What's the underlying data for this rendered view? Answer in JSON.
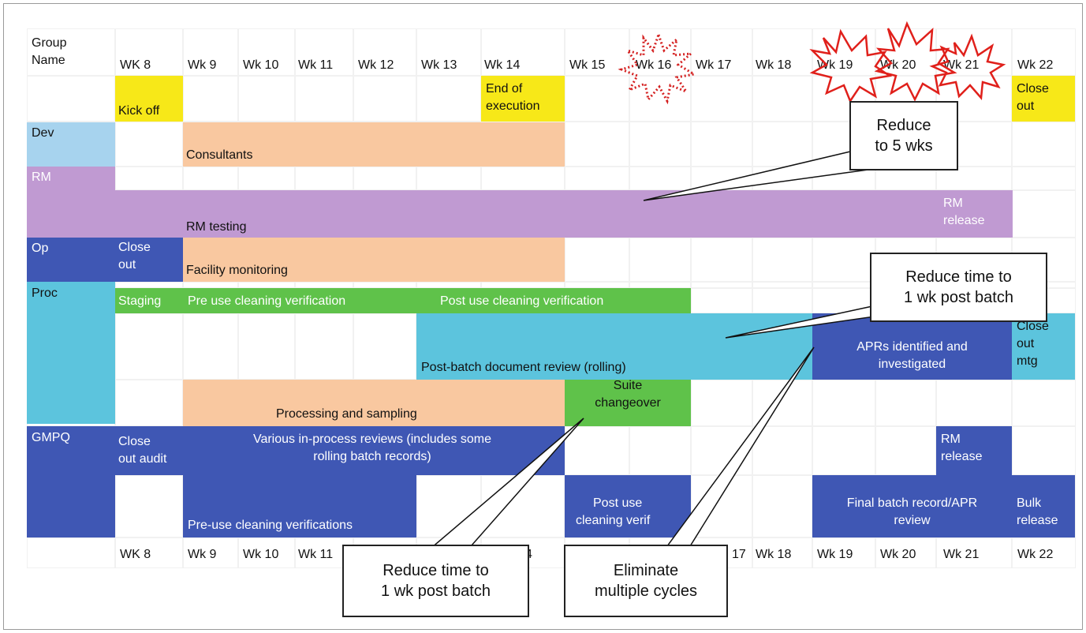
{
  "weeks_top": [
    "WK 8",
    "Wk 9",
    "Wk 10",
    "Wk 11",
    "Wk 12",
    "Wk 13",
    "Wk 14",
    "Wk 15",
    "Wk 16",
    "Wk 17",
    "Wk 18",
    "Wk 19",
    "Wk 20",
    "Wk 21",
    "Wk 22"
  ],
  "weeks_bottom": [
    "WK 8",
    "Wk 9",
    "Wk 10",
    "Wk 11",
    "",
    "",
    "4",
    "",
    "",
    "17",
    "Wk 18",
    "Wk 19",
    "Wk 20",
    "Wk 21",
    "Wk 22"
  ],
  "groups": {
    "group_name": [
      "Group",
      "Name"
    ],
    "dev": "Dev",
    "rm": "RM",
    "op": "Op",
    "proc": "Proc",
    "gmpq": "GMPQ"
  },
  "bars": {
    "kickoff": "Kick off",
    "end_exec": [
      "End of",
      "execution"
    ],
    "closeout_top": [
      "Close",
      "out"
    ],
    "consultants": "Consultants",
    "rm_testing": "RM testing",
    "rm_release_purple": [
      "RM",
      "release"
    ],
    "op_closeout": [
      "Close",
      "out"
    ],
    "facility": "Facility monitoring",
    "staging": "Staging",
    "pre_use": "Pre use cleaning verification",
    "post_use": "Post use cleaning verification",
    "post_batch": "Post-batch document review (rolling)",
    "aprs": [
      "APRs identified and",
      "investigated"
    ],
    "closeout_mtg": [
      "Close",
      "out",
      "mtg"
    ],
    "processing": "Processing and sampling",
    "suite": [
      "Suite",
      "changeover"
    ],
    "close_audit": [
      "Close",
      "out audit"
    ],
    "various": [
      "Various in-process reviews (includes some",
      "rolling batch records)"
    ],
    "rm_release_blue": [
      "RM",
      "release"
    ],
    "pre_use_verifs": "Pre-use cleaning verifications",
    "post_use_verif": [
      "Post use",
      "cleaning verif"
    ],
    "final_batch": [
      "Final batch record/APR",
      "review"
    ],
    "bulk_release": [
      "Bulk",
      "release"
    ]
  },
  "callouts": {
    "reduce_5wks": [
      "Reduce",
      "to 5 wks"
    ],
    "reduce_time_top": [
      "Reduce time to",
      "1 wk post batch"
    ],
    "reduce_time_bottom": [
      "Reduce time to",
      "1 wk post batch"
    ],
    "eliminate": [
      "Eliminate",
      "multiple cycles"
    ]
  },
  "colors": {
    "yellow": "#f7e818",
    "orange": "#f9c8a0",
    "purple": "#c09ad2",
    "light_blue": "#a7d3ee",
    "cyan": "#5cc4dd",
    "dark_blue": "#3f57b4",
    "green": "#5fc24a",
    "starburst_red": "#e0201b",
    "dot_red": "#d42020"
  }
}
